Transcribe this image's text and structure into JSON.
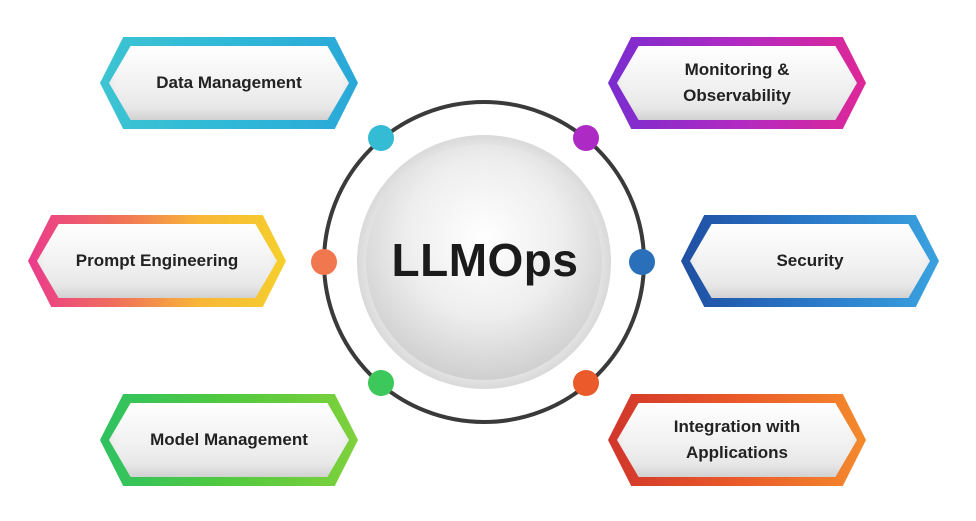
{
  "center": {
    "title": "LLMOps"
  },
  "tags": {
    "data_management": "Data Management",
    "prompt_engineering": "Prompt Engineering",
    "model_management": "Model Management",
    "monitoring": "Monitoring &\nObservability",
    "security": "Security",
    "integration": "Integration with\nApplications"
  },
  "colors": {
    "data_management": "#2fb9d8",
    "prompt_engineering": "#f06e5b",
    "model_management": "#3fc653",
    "monitoring": "#b12ac3",
    "security": "#2a78c8",
    "integration": "#ea5a2a",
    "ring": "#3a3a3a"
  }
}
